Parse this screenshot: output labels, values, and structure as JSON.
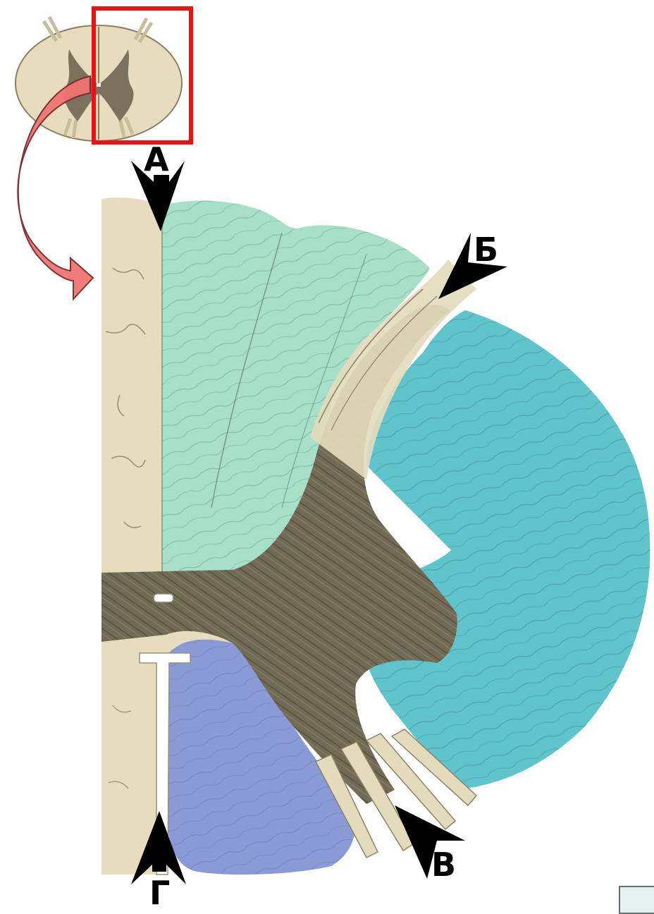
{
  "labels": {
    "a": "А",
    "b": "Б",
    "v": "В",
    "g": "Г"
  },
  "colors": {
    "background": "#ffffff",
    "white_matter_beige": "#e7dcbd",
    "gray_matter": "#716a55",
    "posterior_column": "#a7dfc8",
    "lateral_column": "#5fc4cc",
    "anterior_column": "#8a9ad6",
    "highlight_frame": "#ee1111",
    "curved_arrow": "#f07070",
    "pointer_arrows": "#000000"
  },
  "icons": {
    "pointer": "arrowhead-icon",
    "transition": "curved-arrow-icon",
    "navigation": "nav-button"
  }
}
